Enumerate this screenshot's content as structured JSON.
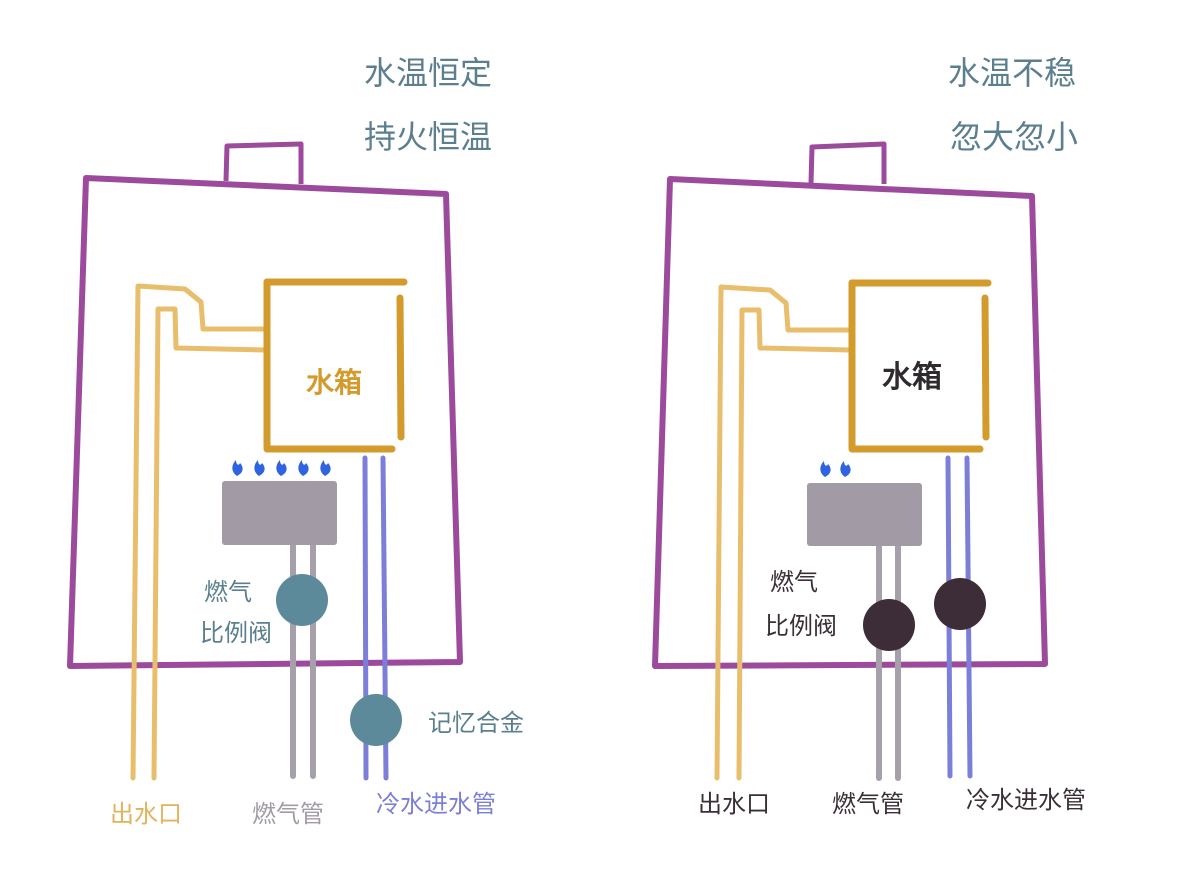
{
  "colors": {
    "frame": "#9b4a9c",
    "hot": "#e8be6c",
    "tank": "#d39a2c",
    "gas": "#a6a0ab",
    "burner": "#a29aa4",
    "flame": "#2f63e0",
    "cold": "#7c7fd8",
    "valve_left": "#5d8a9b",
    "valve_right": "#3c2d38",
    "text_left": "#5b7f8e",
    "text_right": "#3b2f37"
  },
  "left": {
    "heading_line1": "水温恒定",
    "heading_line2": "持火恒温",
    "tank_label": "水箱",
    "gas_valve_label_line1": "燃气",
    "gas_valve_label_line2": "比例阀",
    "water_valve_label": "记忆合金",
    "outlet_label": "出水口",
    "gas_pipe_label": "燃气管",
    "inlet_label": "冷水进水管"
  },
  "right": {
    "heading_line1": "水温不稳",
    "heading_line2": "忽大忽小",
    "tank_label": "水箱",
    "gas_valve_label_line1": "燃气",
    "gas_valve_label_line2": "比例阀",
    "outlet_label": "出水口",
    "gas_pipe_label": "燃气管",
    "inlet_label": "冷水进水管"
  }
}
